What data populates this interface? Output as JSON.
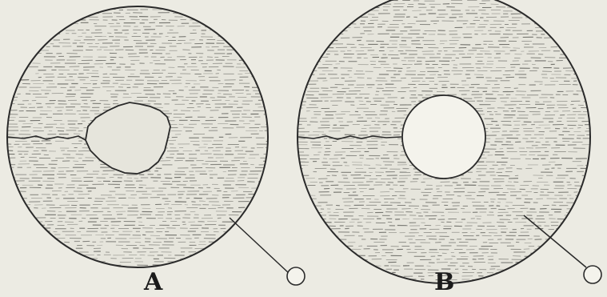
{
  "figure": {
    "panels": [
      {
        "id": "A",
        "label": "A",
        "center_type": "irregular-patch"
      },
      {
        "id": "B",
        "label": "B",
        "center_type": "circular-hole"
      }
    ],
    "colors": {
      "background": "#ecebe3",
      "disk_fill": "#e6e5dc",
      "ink": "#2a2a2a",
      "hatch": "#5a5a55"
    }
  }
}
